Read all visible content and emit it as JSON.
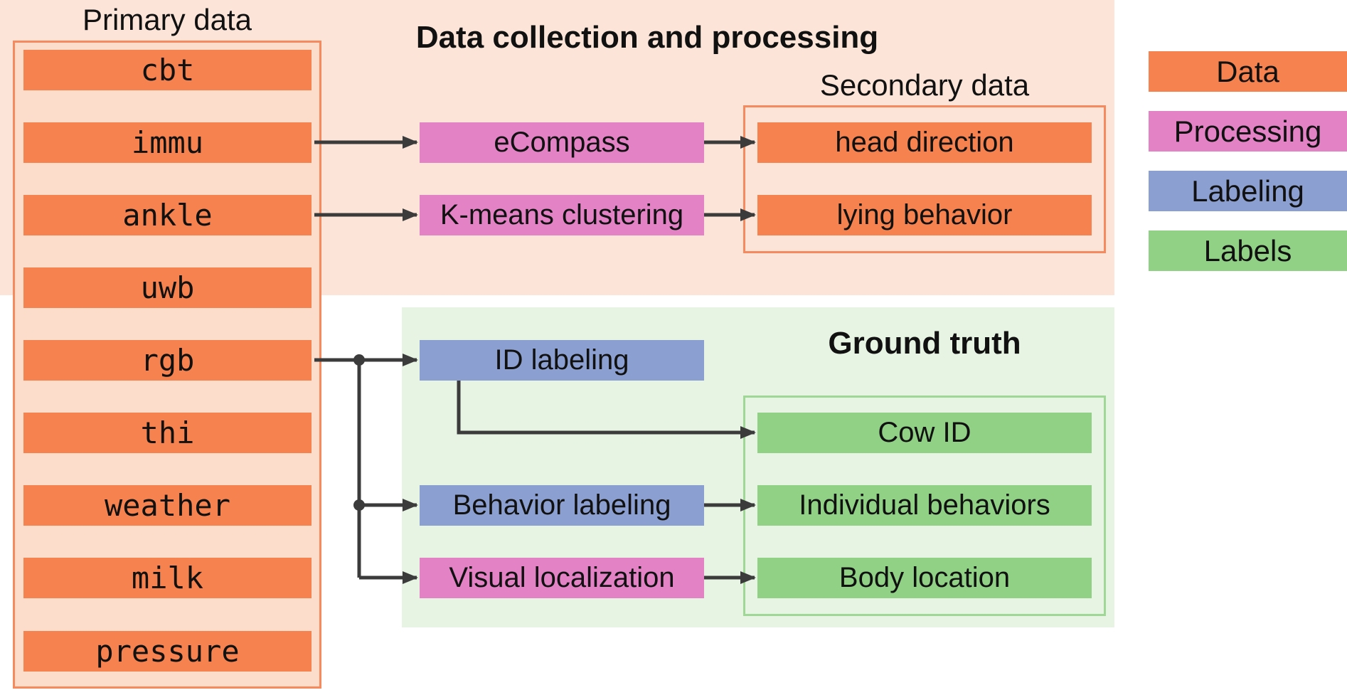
{
  "figure": {
    "type": "flow-diagram",
    "topic": "Multimodal dairy-cattle dataset: data collection, processing and ground truth generation"
  },
  "palette": {
    "data_color": "#f5824f",
    "processing_color": "#e383c6",
    "labeling_color": "#8b9fd0",
    "labels_color": "#90d186",
    "panel_peach": "#fce5d8",
    "panel_green": "#e8f4e3",
    "primary_container_fill": "#fcdccb",
    "orange_border": "#f58a5e",
    "green_border": "#9fd796",
    "arrow_color": "#3b3b3b",
    "text_color": "#111111"
  },
  "primary": {
    "label": "Primary data",
    "items": [
      "cbt",
      "immu",
      "ankle",
      "uwb",
      "rgb",
      "thi",
      "weather",
      "milk",
      "pressure"
    ]
  },
  "processing_section": {
    "title": "Data collection and processing",
    "ecompass": "eCompass",
    "kmeans": "K-means clustering",
    "secondary": {
      "label": "Secondary data",
      "items": [
        "head direction",
        "lying behavior"
      ]
    }
  },
  "ground_truth": {
    "title": "Ground truth",
    "id_labeling": "ID labeling",
    "behavior_labeling": "Behavior labeling",
    "visual_localization": "Visual localization",
    "outputs": [
      "Cow ID",
      "Individual behaviors",
      "Body location"
    ]
  },
  "legend": {
    "items": [
      {
        "label": "Data",
        "color": "#f5824f"
      },
      {
        "label": "Processing",
        "color": "#e383c6"
      },
      {
        "label": "Labeling",
        "color": "#8b9fd0"
      },
      {
        "label": "Labels",
        "color": "#90d186"
      }
    ]
  },
  "connections": [
    {
      "from": "immu",
      "to": "eCompass"
    },
    {
      "from": "eCompass",
      "to": "head direction"
    },
    {
      "from": "ankle",
      "to": "K-means clustering"
    },
    {
      "from": "K-means clustering",
      "to": "lying behavior"
    },
    {
      "from": "rgb",
      "to": "ID labeling"
    },
    {
      "from": "rgb",
      "to": "Behavior labeling"
    },
    {
      "from": "rgb",
      "to": "Visual localization"
    },
    {
      "from": "ID labeling",
      "to": "Cow ID"
    },
    {
      "from": "Behavior labeling",
      "to": "Individual behaviors"
    },
    {
      "from": "Visual localization",
      "to": "Body location"
    }
  ]
}
